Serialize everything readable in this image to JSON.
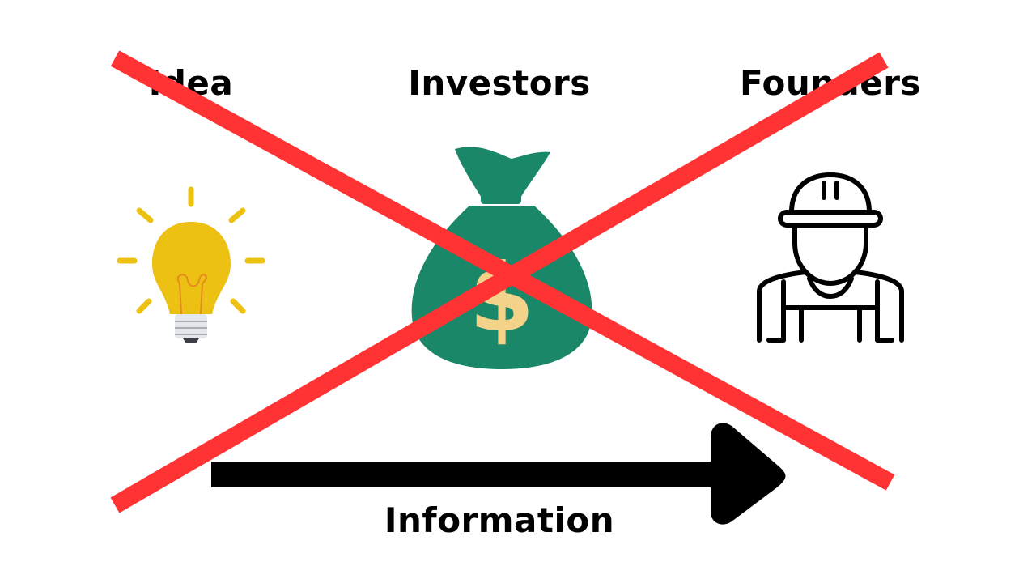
{
  "labels": {
    "idea": "Idea",
    "investors": "Investors",
    "founders": "Founders",
    "information": "Information"
  },
  "icons": {
    "idea": "lightbulb-icon",
    "investors": "money-bag-icon",
    "founders": "worker-hardhat-icon",
    "flow": "arrow-right-icon",
    "overlay": "cross-out-x-icon"
  },
  "colors": {
    "bulb": "#ECC113",
    "rays": "#ECC113",
    "bag": "#1B8769",
    "dollar": "#F2D389",
    "cross": "#FF3333",
    "arrow": "#000000"
  }
}
